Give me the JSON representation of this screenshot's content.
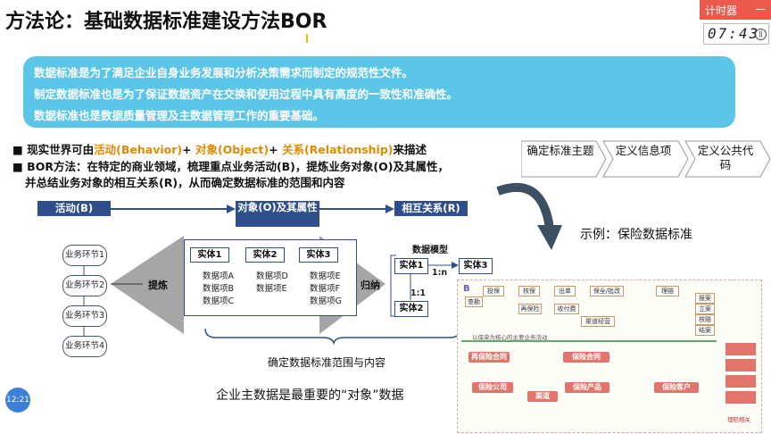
{
  "title": "方法论：基础数据标准建设方法BOR",
  "timer": {
    "label": "计时器",
    "minimize": "—",
    "time": "07:43",
    "control": "||"
  },
  "intro": [
    "数据标准是为了满足企业自身业务发展和分析决策需求而制定的规范性文件。",
    "制定数据标准也是为了保证数据资产在交换和使用过程中具有高度的一致性和准确性。",
    "数据标准也是数据质量管理及主数据管理工作的重要基础。"
  ],
  "bullets": {
    "b1_prefix": "■ 现实世界可由",
    "b1_behavior": "活动(Behavior)",
    "b1_plus1": "+ ",
    "b1_object": "对象(Object)",
    "b1_plus2": "+ ",
    "b1_relation": "关系(Relationship)",
    "b1_suffix": "来描述",
    "b2_line1": "■ BOR方法：在特定的商业领域，梳理重点业务活动(B)，提炼业务对象(O)及其属性，",
    "b2_line2": "并总结业务对象的相互关系(R)，从而确定数据标准的范围和内容"
  },
  "steps": [
    "确定标准主题",
    "定义信息项",
    "定义公共代码"
  ],
  "diagram": {
    "bar_activity": "活动(B)",
    "bar_object": "对象(O)及其属性",
    "bar_relation": "相互关系(R)",
    "nodes": [
      "业务环节1",
      "业务环节2",
      "业务环节3",
      "业务环节4"
    ],
    "refine": "提炼",
    "summarize": "归纳",
    "entities": [
      {
        "name": "实体1",
        "attrs": [
          "数据项A",
          "数据项B",
          "数据项C"
        ]
      },
      {
        "name": "实体2",
        "attrs": [
          "数据项D",
          "数据项E"
        ]
      },
      {
        "name": "实体3",
        "attrs": [
          "数据项E",
          "数据项F",
          "数据项G"
        ]
      }
    ],
    "model_title": "数据模型",
    "model_e1": "实体1",
    "model_e2": "实体2",
    "model_e3": "实体3",
    "rel_1n": "1:n",
    "rel_11": "1:1",
    "scope_caption": "确定数据标准范围与内容"
  },
  "example_label": "示例：保险数据标准",
  "master_data_caption": "企业主数据是最重要的“对象”数据",
  "model_thumb": {
    "b_label": "B",
    "flow": [
      "投保",
      "核保",
      "出单",
      "保全/批改",
      "理赔"
    ],
    "flow_sub": [
      "查勘",
      "再保险",
      "收付费",
      "渠道经营"
    ],
    "right_col": [
      "报案",
      "立案",
      "核赔",
      "结案"
    ],
    "bar_text": "以保单为核心的主要业务活动",
    "subjects": [
      "再保险合同",
      "保险合同",
      "保险公司",
      "保险产品",
      "保险客户",
      "渠道"
    ],
    "side": [
      "理赔相关"
    ]
  },
  "clock_time": "12:21"
}
